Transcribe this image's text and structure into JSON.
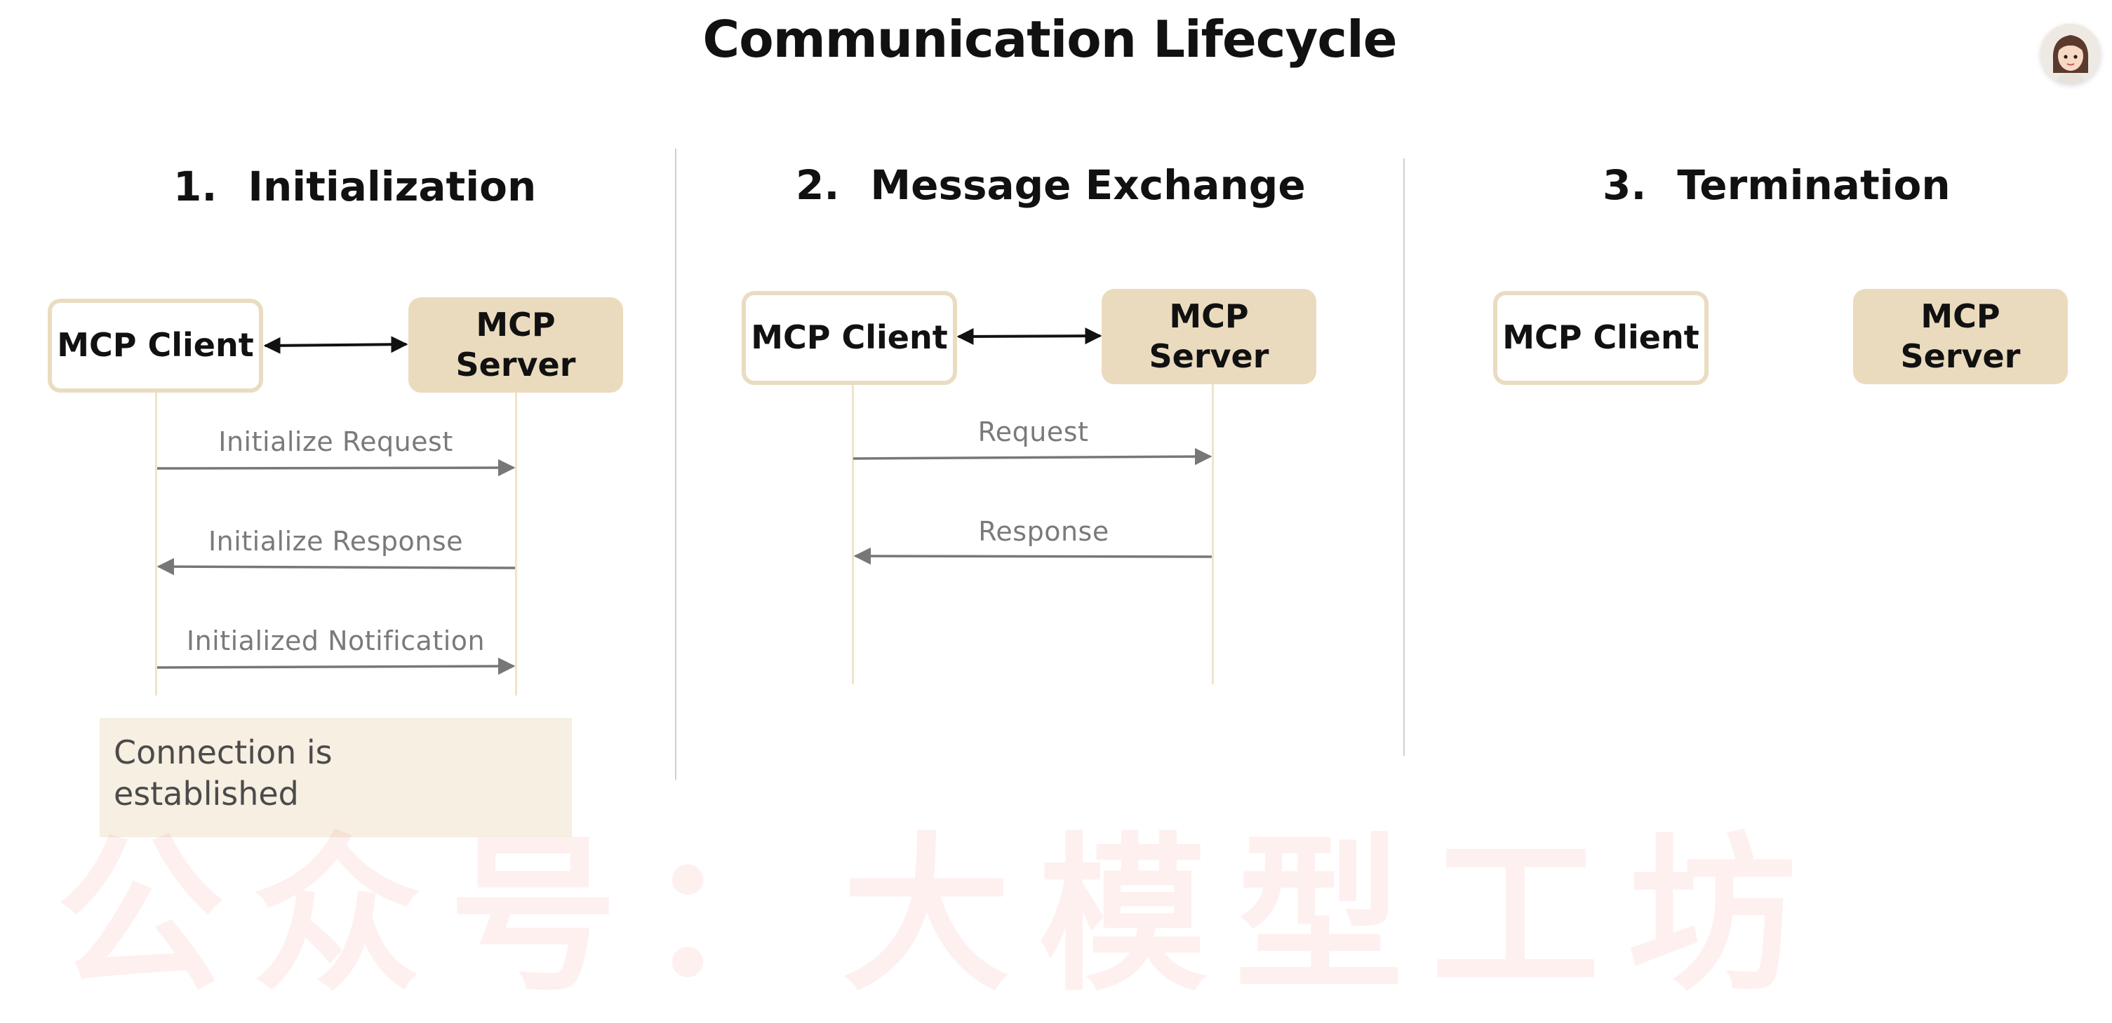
{
  "title": "Communication Lifecycle",
  "watermark": "公众号：大模型工坊",
  "note": "Connection is\nestablished",
  "client_label": "MCP Client",
  "server_label": "MCP\nServer",
  "sections": [
    {
      "number": "1.",
      "heading": "Initialization",
      "messages": [
        {
          "label": "Initialize Request",
          "direction": "client-to-server"
        },
        {
          "label": "Initialize Response",
          "direction": "server-to-client"
        },
        {
          "label": "Initialized Notification",
          "direction": "client-to-server"
        }
      ]
    },
    {
      "number": "2.",
      "heading": "Message Exchange",
      "messages": [
        {
          "label": "Request",
          "direction": "client-to-server"
        },
        {
          "label": "Response",
          "direction": "server-to-client"
        }
      ]
    },
    {
      "number": "3.",
      "heading": "Termination",
      "messages": []
    }
  ],
  "colors": {
    "server_fill": "#ebdbbe",
    "client_border": "#eadcc1",
    "lifeline": "#f0e4c9",
    "message_arrow": "#777777",
    "connection_arrow": "#111111",
    "note_fill": "#f6efe2"
  },
  "icons": {
    "avatar": "cartoon-avatar-icon"
  }
}
